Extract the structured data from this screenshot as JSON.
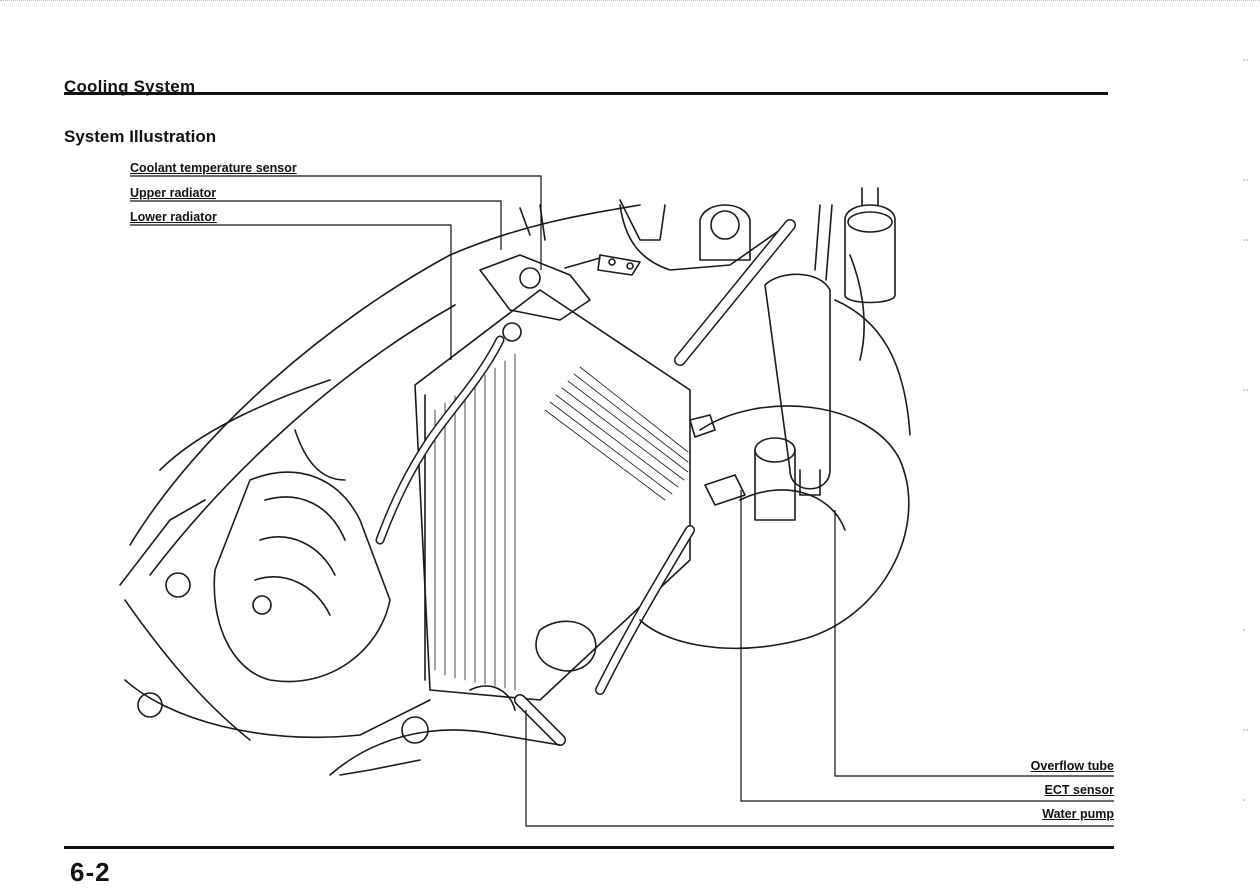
{
  "header": {
    "section_title": "Cooling System"
  },
  "subsection": {
    "title": "System Illustration"
  },
  "callouts_left": [
    "Coolant temperature sensor",
    "Upper radiator",
    "Lower radiator"
  ],
  "callouts_right": [
    "Overflow tube",
    "ECT sensor",
    "Water pump"
  ],
  "footer": {
    "page_number": "6-2"
  }
}
